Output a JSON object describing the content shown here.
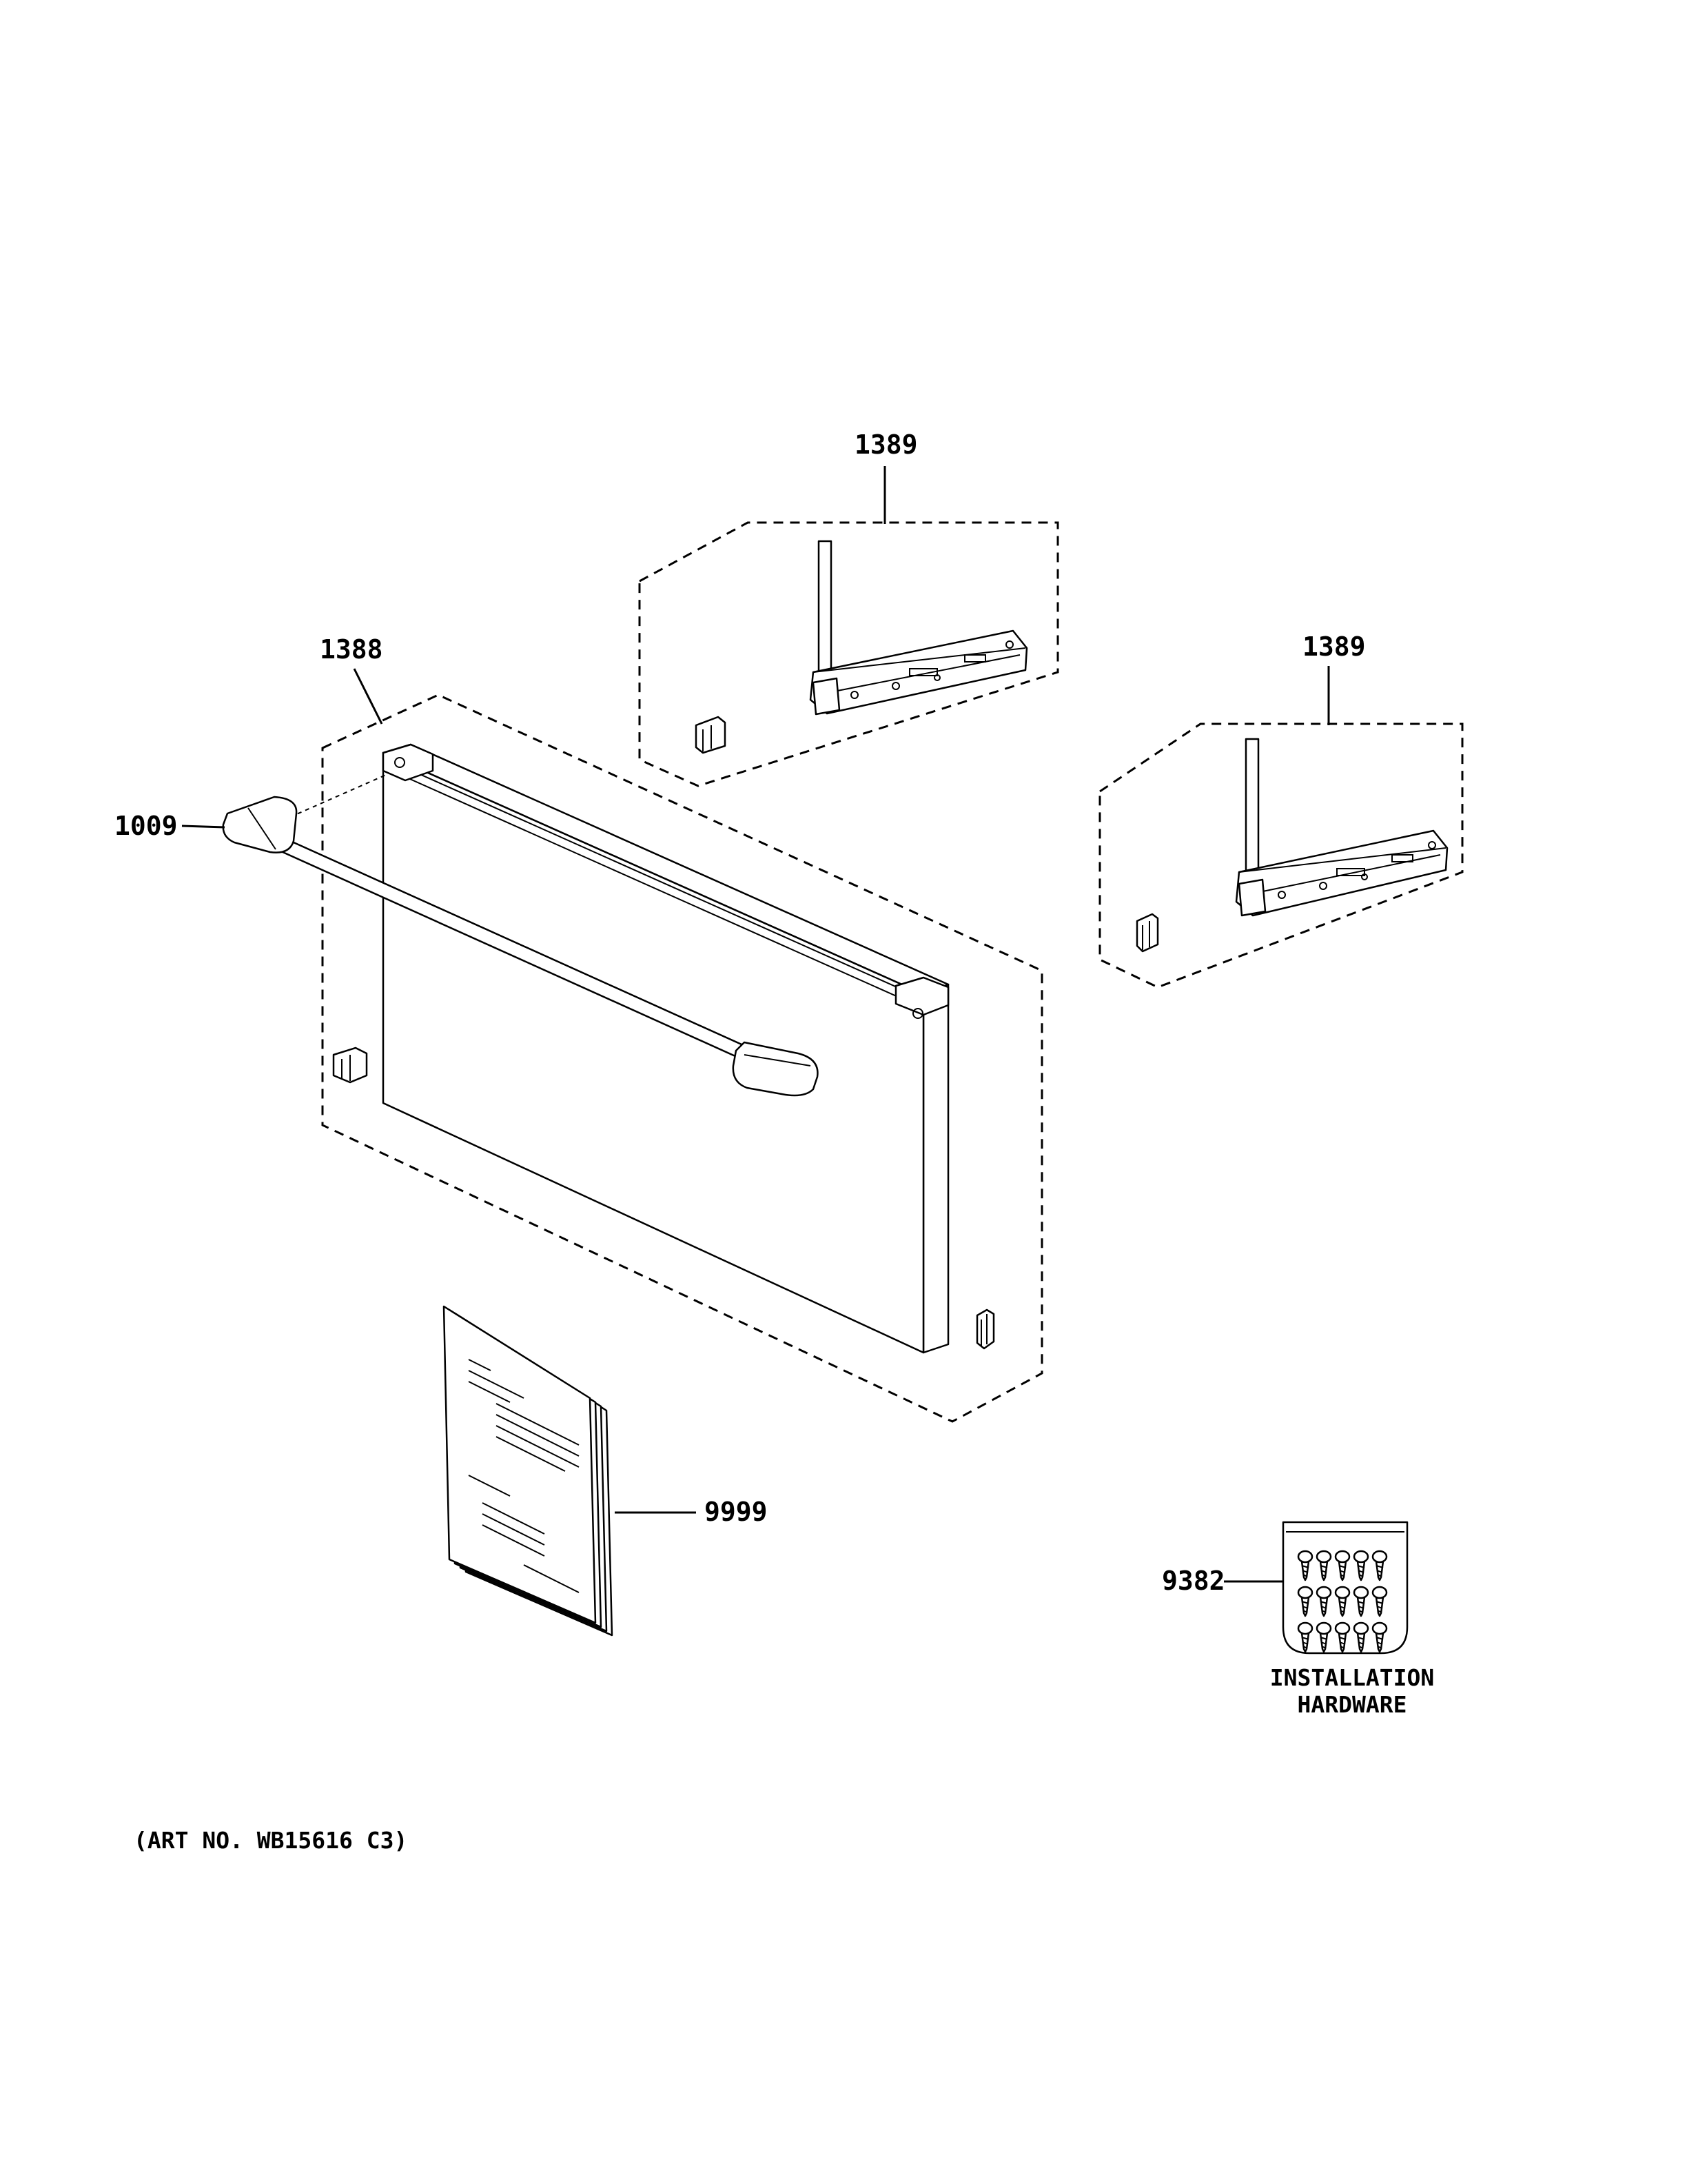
{
  "callouts": {
    "hinge_top": "1389",
    "hinge_right": "1389",
    "door_panel": "1388",
    "handle": "1009",
    "manual": "9999",
    "hardware": "9382"
  },
  "hardware_label": {
    "line1": "INSTALLATION",
    "line2": "HARDWARE"
  },
  "art_number": "(ART NO. WB15616 C3)"
}
